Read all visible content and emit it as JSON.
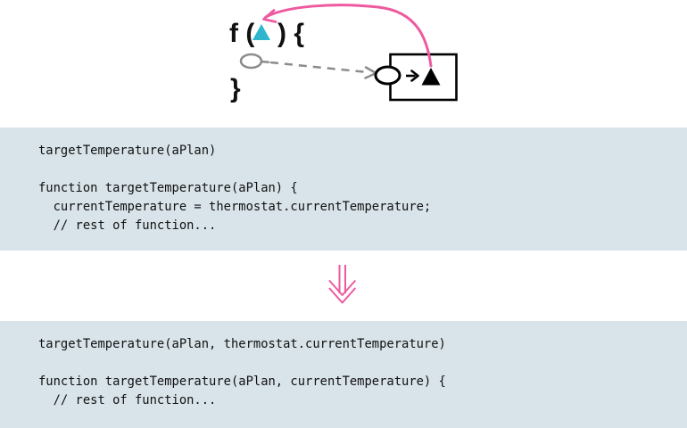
{
  "colors": {
    "pink": "#ee5a9f",
    "cyan": "#2fb6ce",
    "gray": "#8c8c8c",
    "black": "#111111",
    "code_background": "#d9e4ea",
    "code_text": "#111111"
  },
  "diagram": {
    "function_open": "f (",
    "function_close": ") {",
    "function_body_end": "}"
  },
  "code_before": {
    "lines": [
      "targetTemperature(aPlan)",
      "",
      "function targetTemperature(aPlan) {",
      "  currentTemperature = thermostat.currentTemperature;",
      "  // rest of function..."
    ]
  },
  "code_after": {
    "lines": [
      "targetTemperature(aPlan, thermostat.currentTemperature)",
      "",
      "function targetTemperature(aPlan, currentTemperature) {",
      "  // rest of function..."
    ]
  }
}
